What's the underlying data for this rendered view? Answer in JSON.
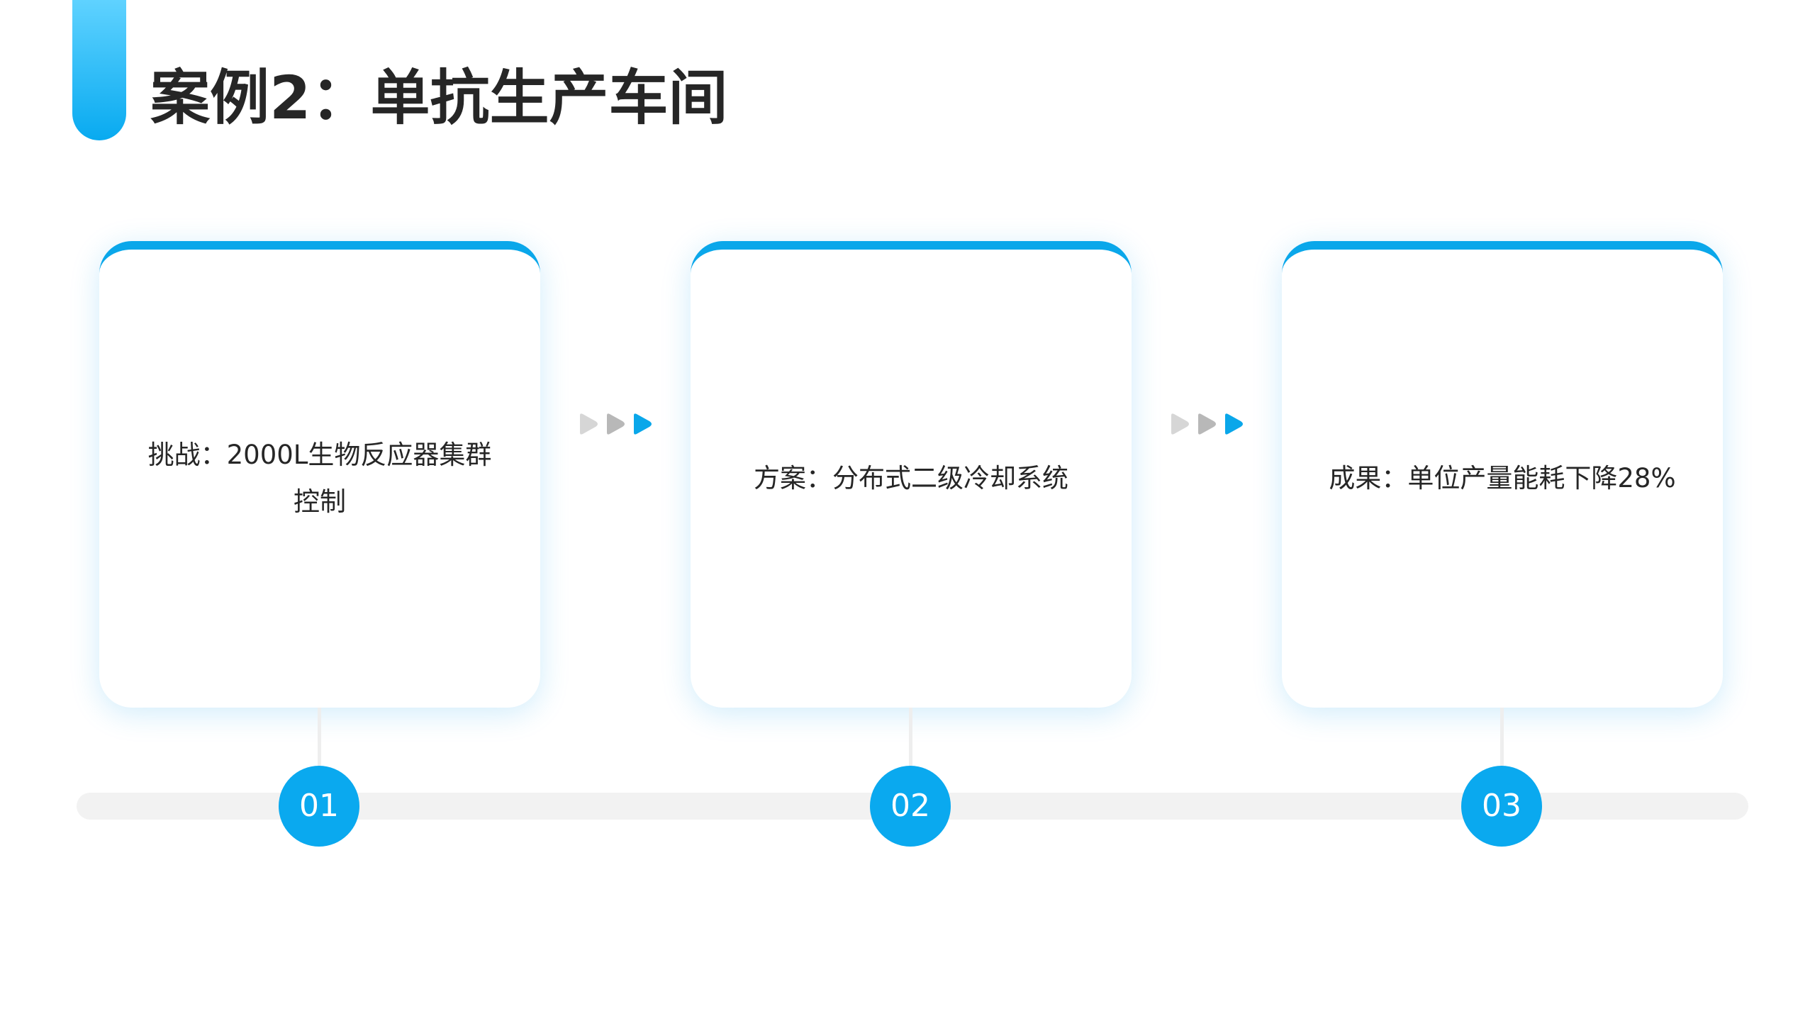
{
  "title": "案例2：单抗生产车间",
  "colors": {
    "accent": "#0aa7ea",
    "accent_light": "#5fd2ff",
    "text": "#262626",
    "track": "#f2f2f2",
    "arrow_inactive": "#d6d6d6",
    "arrow_mid": "#b8b8b8"
  },
  "cards": [
    {
      "text": "挑战：2000L生物反应器集群控制"
    },
    {
      "text": "方案：分布式二级冷却系统"
    },
    {
      "text": "成果：单位产量能耗下降28%"
    }
  ],
  "steps": [
    {
      "label": "01"
    },
    {
      "label": "02"
    },
    {
      "label": "03"
    }
  ],
  "icons": {
    "flow_arrows": "triple-chevron-arrow-icon"
  }
}
